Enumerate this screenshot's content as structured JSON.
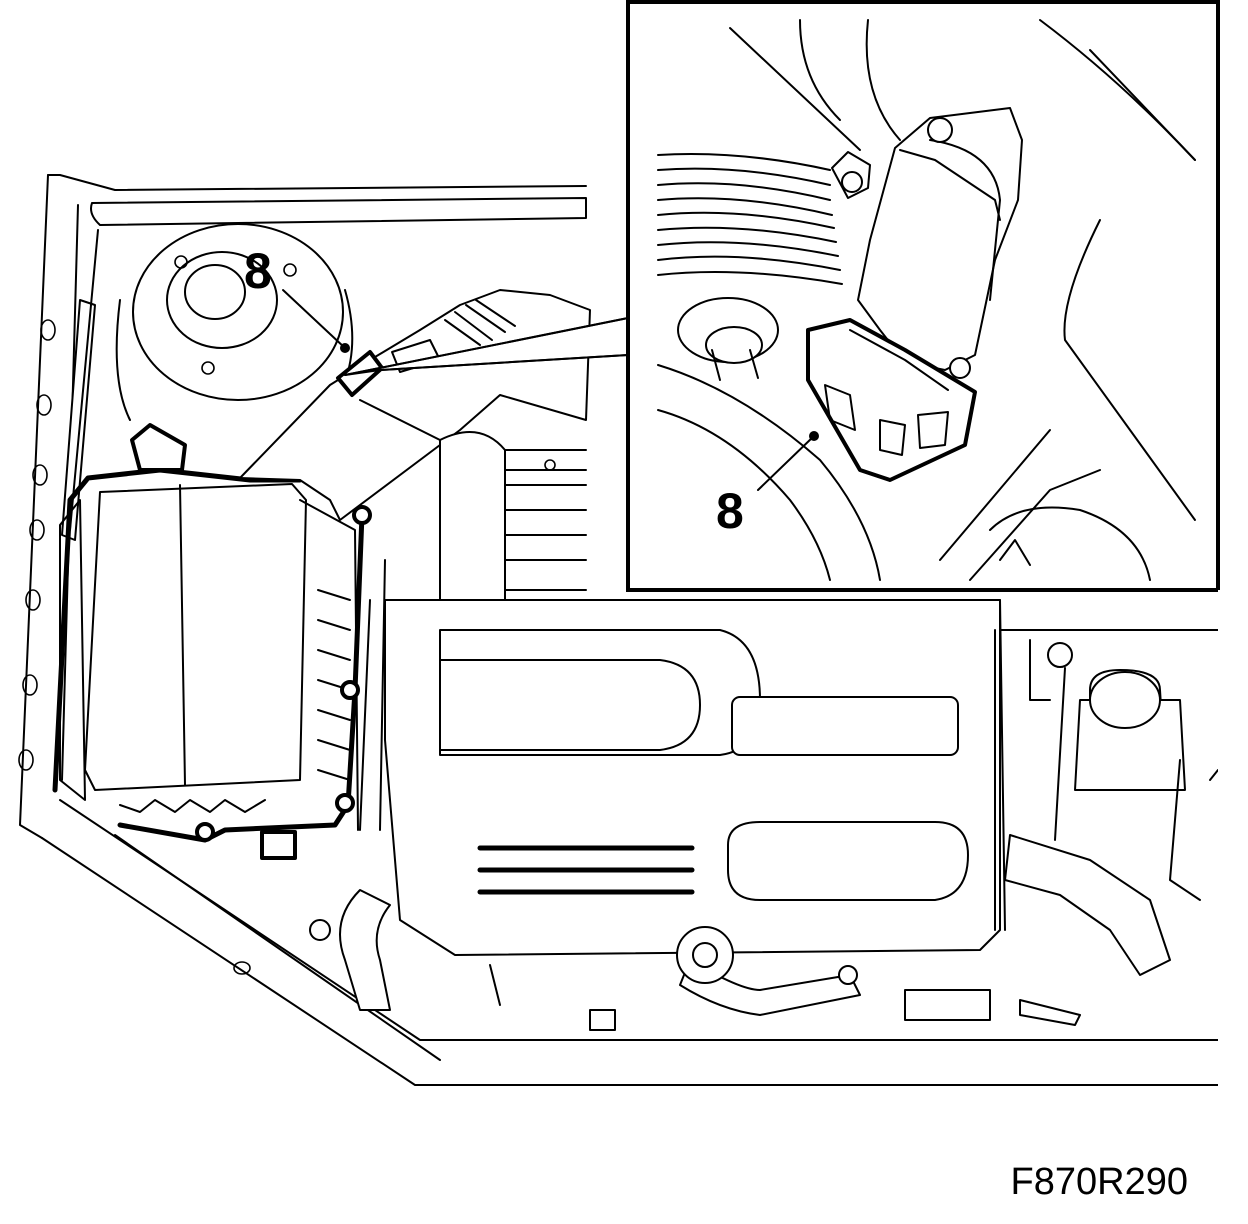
{
  "callouts": {
    "main_label": "8",
    "inset_label": "8"
  },
  "figure_code": "F870R290",
  "colors": {
    "line": "#000000",
    "background": "#ffffff"
  }
}
